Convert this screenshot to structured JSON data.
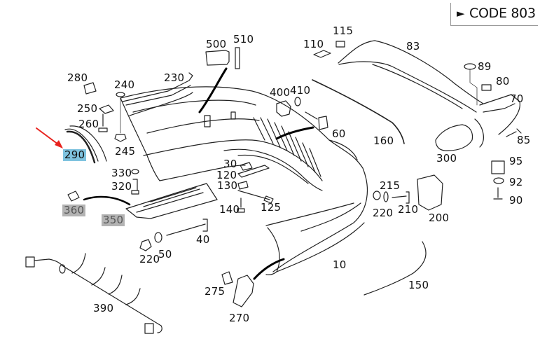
{
  "header": {
    "code_arrow_icon": "right-arrow-icon",
    "code_label": "CODE 803"
  },
  "callouts": {
    "c10": "10",
    "c30": "30",
    "c40": "40",
    "c50": "50",
    "c60": "60",
    "c70": "70",
    "c80": "80",
    "c83": "83",
    "c85": "85",
    "c89": "89",
    "c90": "90",
    "c92": "92",
    "c95": "95",
    "c110": "110",
    "c115": "115",
    "c120": "120",
    "c125": "125",
    "c130": "130",
    "c140": "140",
    "c150": "150",
    "c160": "160",
    "c200": "200",
    "c210": "210",
    "c215": "215",
    "c220a": "220",
    "c220b": "220",
    "c230": "230",
    "c240": "240",
    "c245": "245",
    "c250": "250",
    "c260": "260",
    "c270": "270",
    "c275": "275",
    "c280": "280",
    "c290": "290",
    "c300": "300",
    "c320": "320",
    "c330": "330",
    "c350": "350",
    "c360": "360",
    "c390": "390",
    "c400": "400",
    "c410": "410",
    "c500": "500",
    "c510": "510"
  },
  "highlights": {
    "selected_part": "290",
    "selected_color": "#7fc3df",
    "dimmed_parts": [
      "360",
      "350"
    ],
    "dimmed_color": "#b3b3b3",
    "pointer_arrow_color": "#e8231e"
  }
}
